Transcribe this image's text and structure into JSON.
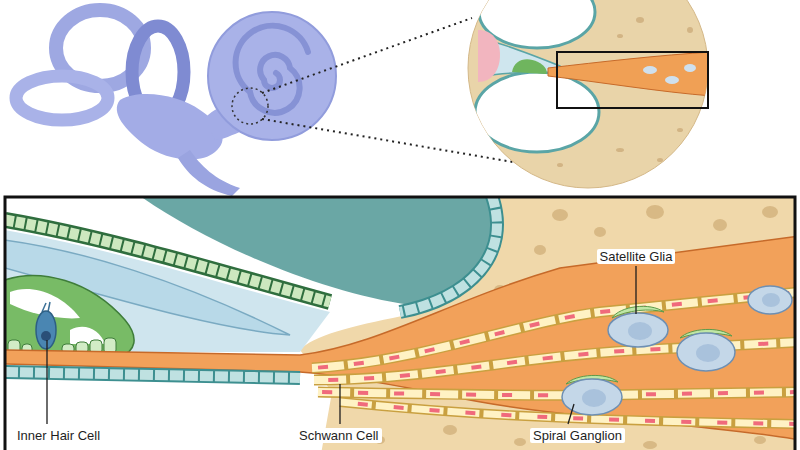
{
  "diagram": {
    "labels": [
      "Satellite Glia",
      "Inner Hair Cell",
      "Schwann Cell",
      "Spiral Ganglion"
    ]
  }
}
